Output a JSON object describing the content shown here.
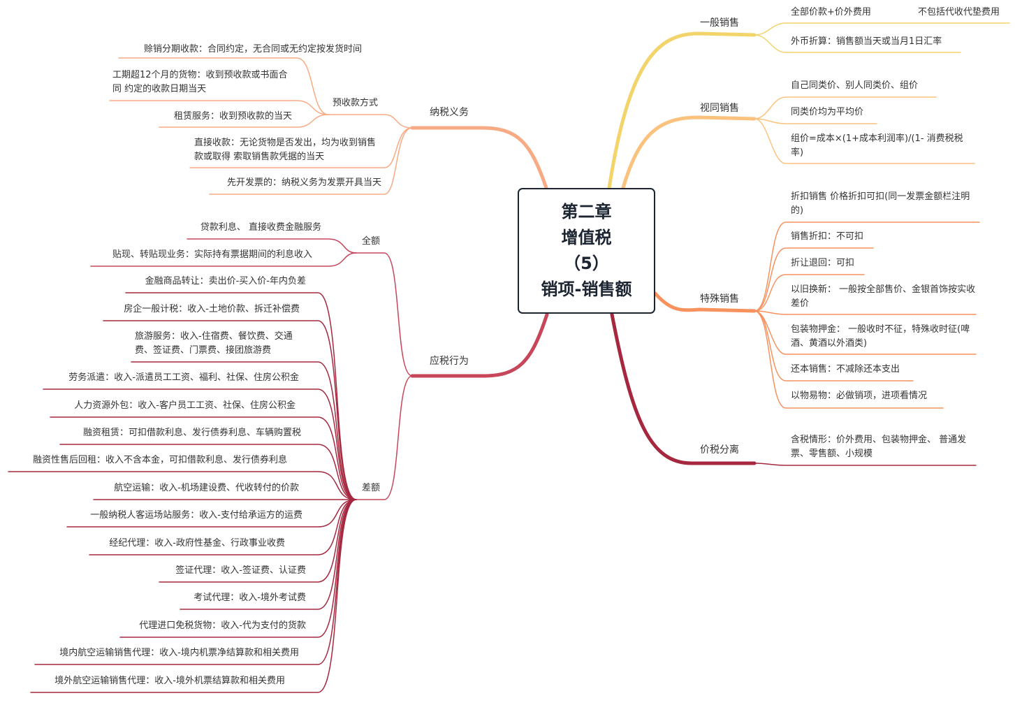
{
  "root": {
    "lines": [
      "第二章",
      "增值税",
      "（5）",
      "销项-销售额"
    ]
  },
  "branches": {
    "general_sales": {
      "label": "一般销售",
      "color": "#f2d46a",
      "items": [
        "全部价款+价外费用",
        "外币折算：销售额当天或当月1日汇率"
      ],
      "sub_note": "不包括代收代垫费用"
    },
    "deemed_sales": {
      "label": "视同销售",
      "color": "#fbc27e",
      "items": [
        "自己同类价、别人同类价、组价",
        "同类价均为平均价",
        "组价=成本×(1+成本利润率)/(1- 消费税税率)"
      ]
    },
    "special_sales": {
      "label": "特殊销售",
      "color": "#f7925e",
      "items": [
        "折扣销售 价格折扣可扣(同一发票金额栏注明的)",
        "销售折扣：不可扣",
        "折让退回：可扣",
        "以旧换新： 一般按全部售价、金银首饰按实收差价",
        "包装物押金： 一般收时不征，特殊收时征(啤酒、黄酒以外酒类)",
        "还本销售：不减除还本支出",
        "以物易物：必做销项，进项看情况"
      ]
    },
    "price_tax_separation": {
      "label": "价税分离",
      "color": "#a5283f",
      "items": [
        "含税情形：价外费用、包装物押金、 普通发票、零售额、小规模"
      ]
    },
    "tax_obligation": {
      "label": "纳税义务",
      "color": "#f7aa84",
      "advance_method": {
        "label": "预收款方式",
        "items": [
          "赊销分期收款：合同约定，无合同或无约定按发货时间",
          "工期超12个月的货物：收到预收款或书面合同 约定的收款日期当天",
          "租赁服务：收到预收款的当天"
        ]
      },
      "items": [
        "直接收款：无论货物是否发出，均为收到销售款或取得 索取销售款凭据的当天",
        "先开发票的：纳税义务为发票开具当天"
      ]
    },
    "taxable_acts": {
      "label": "应税行为",
      "color": "#c7465a",
      "full_amount": {
        "label": "全额",
        "items": [
          "贷款利息、 直接收费金融服务",
          "贴现、转贴现业务：实际持有票据期间的利息收入"
        ]
      },
      "difference": {
        "label": "差额",
        "items": [
          "金融商品转让：卖出价-买入价-年内负差",
          "房企一般计税：收入-土地价款、拆迁补偿费",
          "旅游服务：收入-住宿费、餐饮费、交通费、签证费、门票费、接团旅游费",
          "劳务派遣：收入-派遣员工工资、福利、社保、住房公积金",
          "人力资源外包：收入-客户员工工资、社保、住房公积金",
          "融资租赁：可扣借款利息、发行债券利息、车辆购置税",
          "融资性售后回租：收入不含本金，可扣借款利息、发行债券利息",
          "航空运输：收入-机场建设费、代收转付的价款",
          "一般纳税人客运场站服务：收入-支付给承运方的运费",
          "经纪代理：收入-政府性基金、行政事业收费",
          "签证代理：收入-签证费、认证费",
          "考试代理：收入-境外考试费",
          "代理进口免税货物：收入-代为支付的货款",
          "境内航空运输销售代理：收入-境内机票净结算款和相关费用",
          "境外航空运输销售代理：收入-境外机票结算款和相关费用"
        ]
      }
    }
  }
}
